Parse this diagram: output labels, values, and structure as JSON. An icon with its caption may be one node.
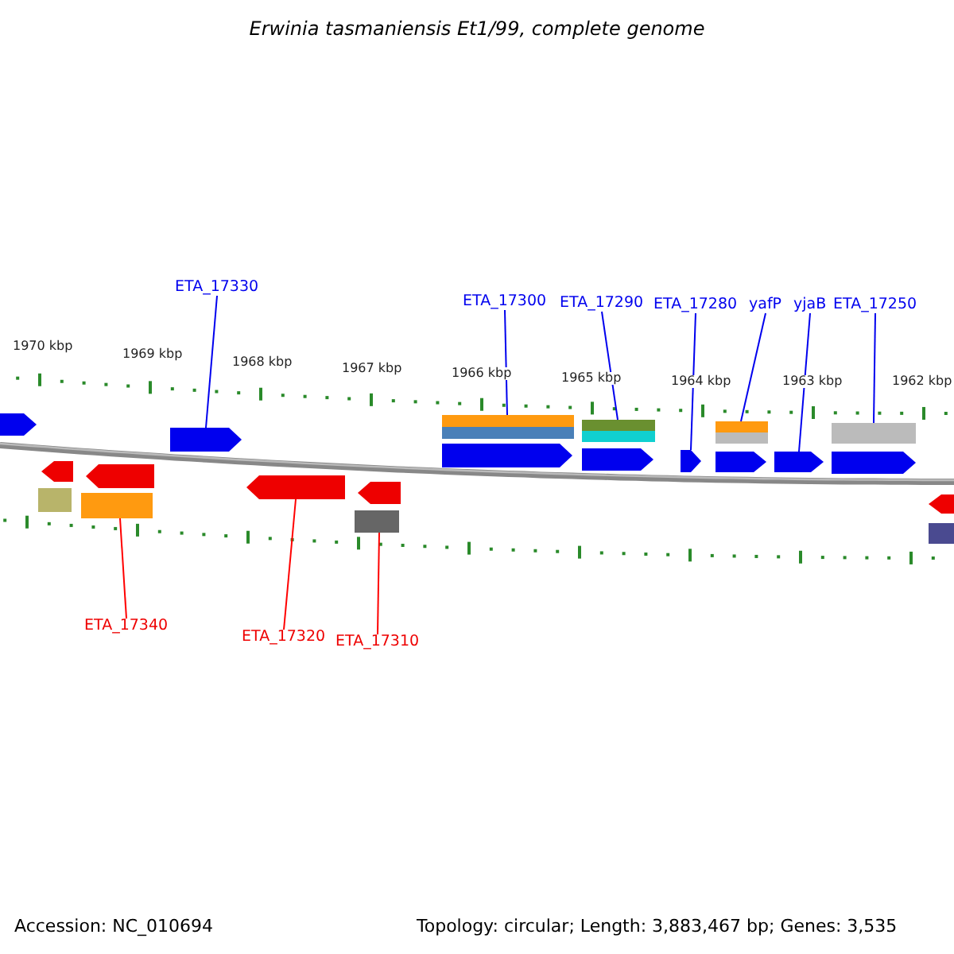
{
  "diagram": {
    "title": "Erwinia tasmaniensis Et1/99, complete genome",
    "nodes": [
      {
        "text": [
          "ETA_17330"
        ]
      },
      {
        "text": [
          "ETA_17300"
        ]
      },
      {
        "text": [
          "ETA_17290"
        ]
      },
      {
        "text": [
          "ETA_17280"
        ]
      },
      {
        "text": [
          "yafP"
        ]
      },
      {
        "text": [
          "yjaB"
        ]
      },
      {
        "text": [
          "ETA_17250"
        ]
      },
      {
        "text": [
          "ETA_17340"
        ]
      },
      {
        "text": [
          "ETA_17320"
        ]
      },
      {
        "text": [
          "ETA_17310"
        ]
      },
      {
        "text": [],
        "shape": "bar"
      },
      {
        "text": [],
        "shape": "bar"
      },
      {
        "text": [],
        "shape": "bar"
      },
      {
        "text": [],
        "shape": "bar"
      },
      {
        "text": [],
        "shape": "bar"
      },
      {
        "text": [],
        "shape": "bar"
      },
      {
        "text": [],
        "shape": "bar"
      },
      {
        "text": [],
        "shape": "bar"
      },
      {
        "text": [],
        "shape": "bar"
      },
      {
        "text": [],
        "shape": "bar"
      },
      {
        "text": [],
        "shape": "bar"
      },
      {
        "text": [],
        "shape": "bar"
      },
      {
        "text": [],
        "shape": "bar"
      },
      {
        "text": [],
        "shape": "bar"
      },
      {
        "text": [],
        "shape": "bar"
      }
    ],
    "edges": [
      {
        "from": 0,
        "to": 10,
        "arrow": "none"
      },
      {
        "from": 1,
        "to": 11,
        "arrow": "none"
      },
      {
        "from": 2,
        "to": 12,
        "arrow": "none"
      },
      {
        "from": 3,
        "to": 13,
        "arrow": "none"
      },
      {
        "from": 4,
        "to": 14,
        "arrow": "none"
      },
      {
        "from": 5,
        "to": 15,
        "arrow": "none"
      },
      {
        "from": 6,
        "to": 16,
        "arrow": "none"
      },
      {
        "from": 7,
        "to": 17,
        "arrow": "none",
        "color": "#ff0000"
      },
      {
        "from": 8,
        "to": 18,
        "arrow": "none",
        "color": "#ff0000"
      },
      {
        "from": 9,
        "to": 19,
        "arrow": "none",
        "color": "#ff0000"
      }
    ],
    "labels": [
      "1970 kbp",
      "1969 kbp",
      "1968 kbp",
      "1967 kbp",
      "1966 kbp",
      "1965 kbp",
      "1964 kbp",
      "1963 kbp",
      "1962 kbp",
      "Accession: NC_010694",
      "Topology: circular; Length: 3,883,467 bp; Genes: 3,535"
    ]
  }
}
